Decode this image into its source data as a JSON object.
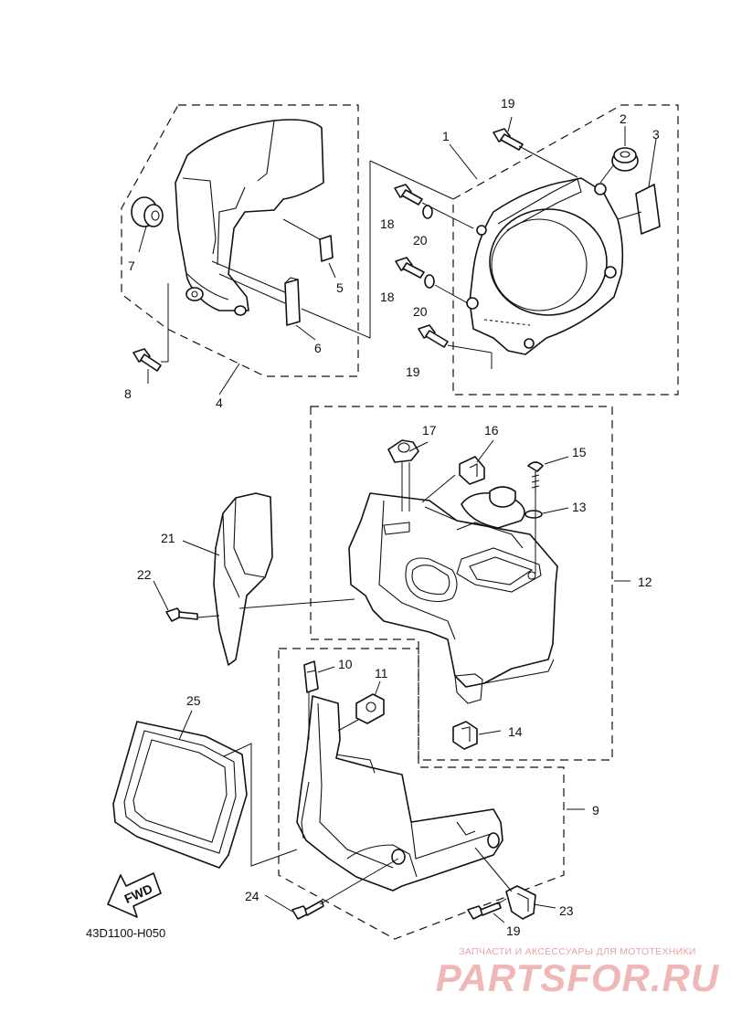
{
  "diagram": {
    "code": "43D1100-H050",
    "fwd_label": "FWD",
    "watermark": {
      "caption": "ЗАПЧАСТИ И АКСЕССУАРЫ ДЛЯ МОТОТЕХНИКИ",
      "brand": "PARTSFOR.RU"
    },
    "callouts": {
      "p1": "1",
      "p2": "2",
      "p3": "3",
      "p4": "4",
      "p5": "5",
      "p6": "6",
      "p7": "7",
      "p8": "8",
      "p9": "9",
      "p10": "10",
      "p11": "11",
      "p12": "12",
      "p13": "13",
      "p14": "14",
      "p15": "15",
      "p16": "16",
      "p17": "17",
      "p18a": "18",
      "p18b": "18",
      "p19a": "19",
      "p19b": "19",
      "p19c": "19",
      "p20a": "20",
      "p20b": "20",
      "p21": "21",
      "p22": "22",
      "p23": "23",
      "p24": "24",
      "p25": "25"
    }
  }
}
